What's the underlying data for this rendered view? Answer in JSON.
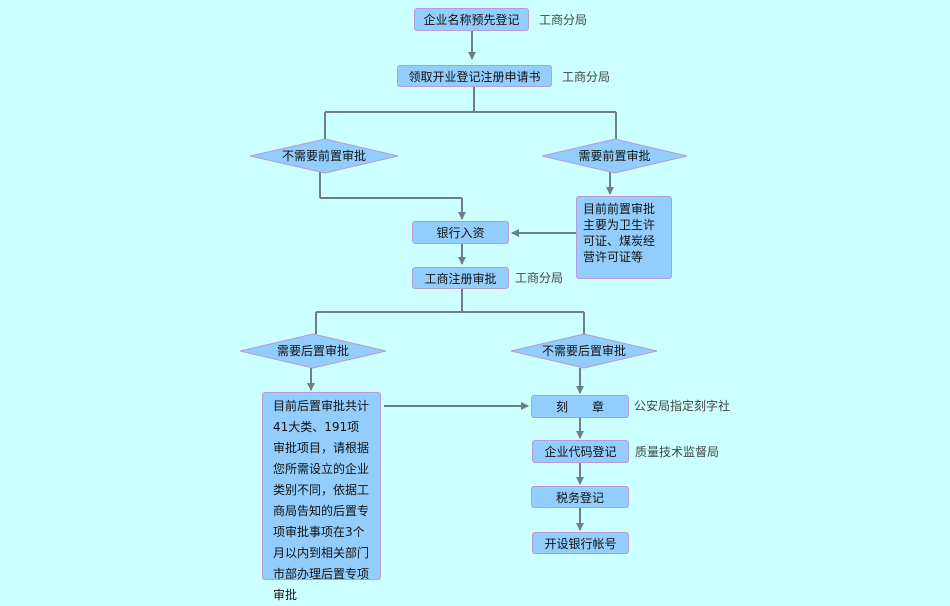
{
  "nodes": {
    "name_reg": "企业名称预先登记",
    "get_form": "领取开业登记注册申请书",
    "no_pre": "不需要前置审批",
    "need_pre": "需要前置审批",
    "pre_detail": "目前前置审批主要为卫生许可证、煤炭经营许可证等",
    "bank_fund": "银行入资",
    "ic_approval": "工商注册审批",
    "need_post": "需要后置审批",
    "no_post": "不需要后置审批",
    "post_detail": "目前后置审批共计41大类、191项审批项目，请根据您所需设立的企业类别不同，依据工商局告知的后置专项审批事项在3个月以内到相关部门市部办理后置专项审批",
    "seal": "刻　　章",
    "org_code": "企业代码登记",
    "tax_reg": "税务登记",
    "bank_acct": "开设银行帐号"
  },
  "notes": {
    "n1": "工商分局",
    "n2": "工商分局",
    "n3": "工商分局",
    "n4": "公安局指定刻字社",
    "n5": "质量技术监督局"
  },
  "colors": {
    "background": "#ccffff",
    "box_fill": "#92cdfb",
    "box_border": "#b79ad6",
    "connector": "#6d7f83"
  }
}
